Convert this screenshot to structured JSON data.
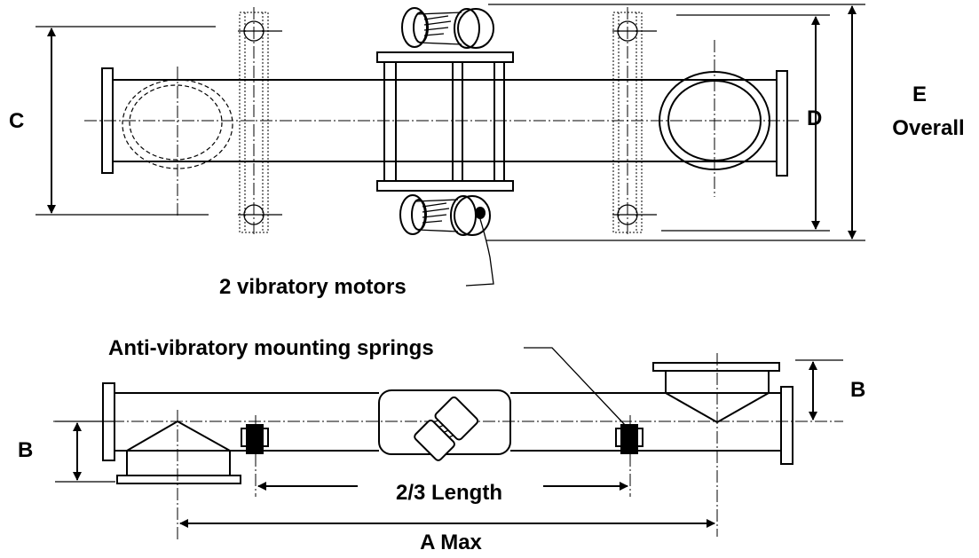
{
  "labels": {
    "dim_c": "C",
    "dim_d": "D",
    "dim_e_line1": "E",
    "dim_e_line2": "Overall",
    "motors": "2 vibratory motors",
    "springs": "Anti-vibratory mounting springs",
    "dim_b_left": "B",
    "dim_b_right": "B",
    "two_thirds": "2/3 Length",
    "a_max": "A Max"
  },
  "colors": {
    "ink": "#000000",
    "paper": "#ffffff"
  }
}
